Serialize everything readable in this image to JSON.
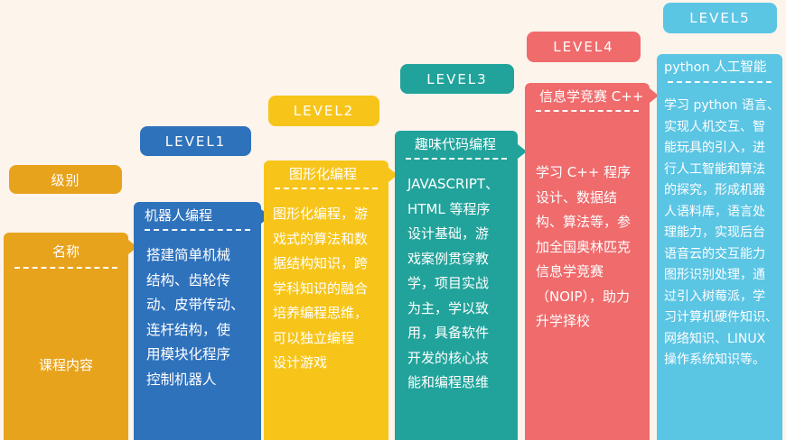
{
  "colors": {
    "col0": "#e8a31d",
    "col1": "#2f72bc",
    "col2": "#f7c51a",
    "col3": "#21a39b",
    "col4": "#ef6b6c",
    "col5": "#5bc5e4"
  },
  "col0": {
    "badge": "级别",
    "label1": "名称",
    "label2": "课程内容"
  },
  "levels": [
    {
      "badge": "LEVEL1",
      "title": "机器人编程",
      "body": "搭建简单机械\n结构、齿轮传\n动、皮带传动、\n连杆结构，使\n用模块化程序\n控制机器人"
    },
    {
      "badge": "LEVEL2",
      "title": "图形化编程",
      "body": "图形化编程，游\n戏式的算法和数\n据结构知识，跨\n学科知识的融合\n培养编程思维，\n可以独立编程\n设计游戏"
    },
    {
      "badge": "LEVEL3",
      "title": "趣味代码编程",
      "body": "JAVASCRIPT、\nHTML 等程序\n设计基础，游\n戏案例贯穿教\n学，项目实战\n为主，学以致\n用，具备软件\n开发的核心技\n能和编程思维"
    },
    {
      "badge": "LEVEL4",
      "title": "信息学竞赛 C++",
      "body": "学习 C++ 程序\n设计、数据结\n构、算法等，参\n加全国奥林匹克\n信息学竞赛\n（NOIP），助力\n升学择校"
    },
    {
      "badge": "LEVEL5",
      "title": "python 人工智能",
      "body": "学习 python 语言、\n实现人机交互、智\n能玩具的引入，进\n行人工智能和算法\n的探究，形成机器\n人语料库，语言处\n理能力，实现后台\n语音云的交互能力\n图形识别处理，通\n过引入树莓派，学\n习计算机硬件知识、\n网络知识、LINUX\n操作系统知识等。"
    }
  ]
}
